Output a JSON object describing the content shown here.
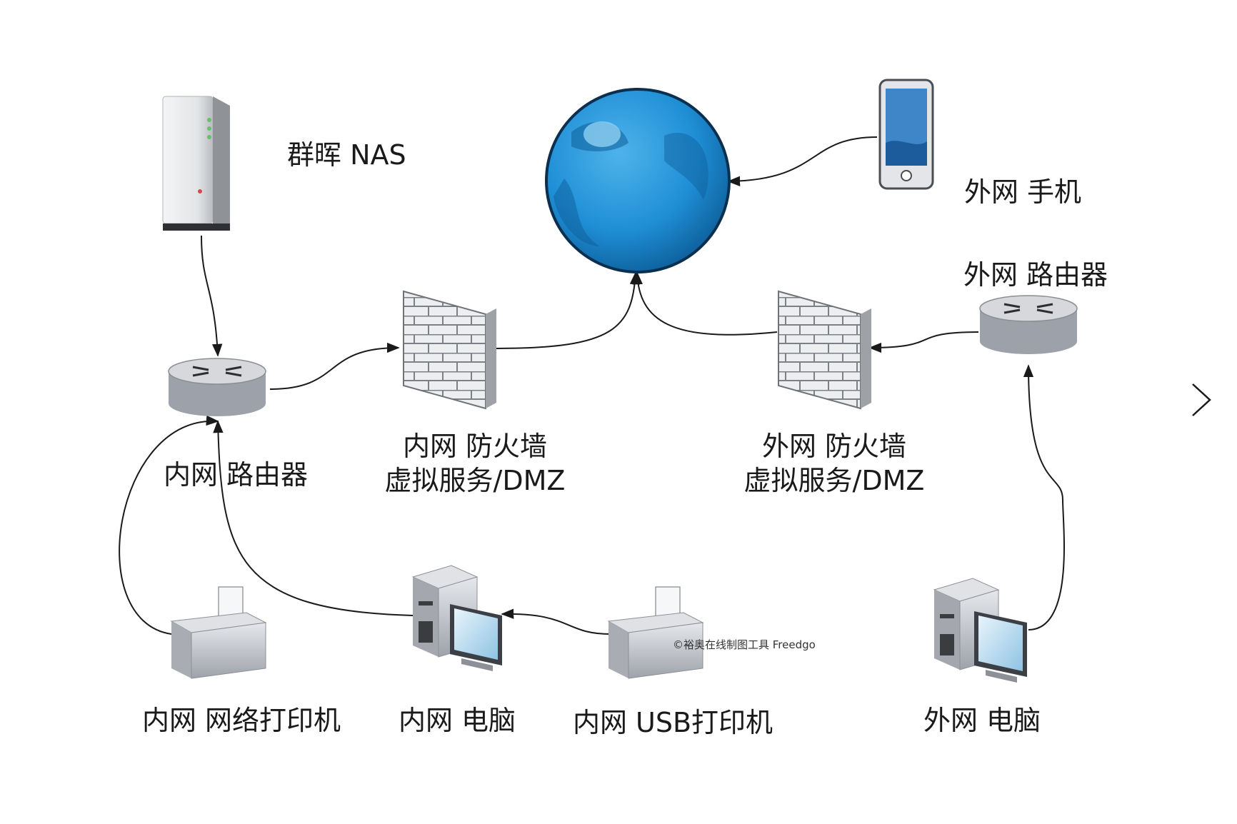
{
  "nodes": {
    "nas": {
      "label": "群晖 NAS"
    },
    "internet": {
      "label": ""
    },
    "phone": {
      "label": "外网 手机"
    },
    "lan_router": {
      "label": "内网 路由器"
    },
    "wan_router": {
      "label": "外网 路由器"
    },
    "lan_firewall": {
      "label_line1": "内网 防火墙",
      "label_line2": "虚拟服务/DMZ"
    },
    "wan_firewall": {
      "label_line1": "外网 防火墙",
      "label_line2": "虚拟服务/DMZ"
    },
    "lan_net_printer": {
      "label": "内网 网络打印机"
    },
    "lan_pc": {
      "label": "内网 电脑"
    },
    "lan_usb_printer": {
      "label": "内网 USB打印机"
    },
    "wan_pc": {
      "label": "外网 电脑"
    }
  },
  "edges": [
    {
      "from": "nas",
      "to": "lan_router"
    },
    {
      "from": "lan_router",
      "to": "lan_firewall"
    },
    {
      "from": "lan_firewall",
      "to": "internet"
    },
    {
      "from": "phone",
      "to": "internet"
    },
    {
      "from": "wan_firewall",
      "to": "internet"
    },
    {
      "from": "wan_router",
      "to": "wan_firewall"
    },
    {
      "from": "wan_pc",
      "to": "wan_router"
    },
    {
      "from": "lan_net_printer",
      "to": "lan_router"
    },
    {
      "from": "lan_pc",
      "to": "lan_router"
    },
    {
      "from": "lan_usb_printer",
      "to": "lan_pc"
    }
  ],
  "watermark": "©裕奥在线制图工具 Freedgo",
  "colors": {
    "globe": "#1f8fd6",
    "globe_dark": "#0d5e99",
    "device_gray": "#c9cbd0",
    "line": "#1a1a1a"
  },
  "icons": {
    "next": "chevron-right-icon"
  }
}
